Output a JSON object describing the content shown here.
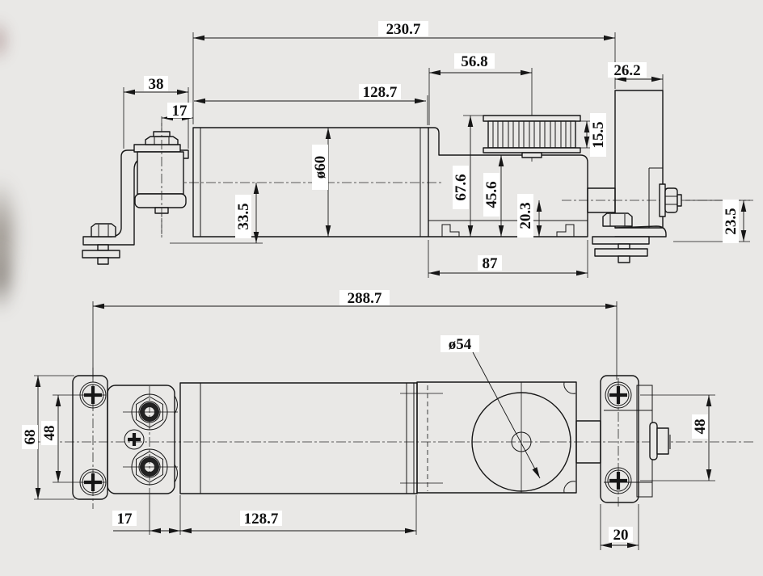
{
  "side_view": {
    "overall_length": "230.7",
    "pulley_center_offset": "56.8",
    "bracket_plate_width": "26.2",
    "pivot_overhang": "38",
    "pivot_to_motor_face": "17",
    "motor_length": "128.7",
    "motor_diameter": "ø60",
    "axis_to_base": "33.5",
    "pulley_belt_width": "15.5",
    "pulley_top_height": "67.6",
    "housing_top_height": "45.6",
    "shaft_axis_height": "20.3",
    "housing_length": "87",
    "rod_end_height": "23.5"
  },
  "plan_view": {
    "mounting_hole_span": "288.7",
    "gear_diameter": "ø54",
    "bracket_height": "68",
    "left_hole_pitch": "48",
    "right_hole_pitch": "48",
    "terminal_to_face": "17",
    "motor_length": "128.7",
    "bracket_foot_width": "20"
  }
}
